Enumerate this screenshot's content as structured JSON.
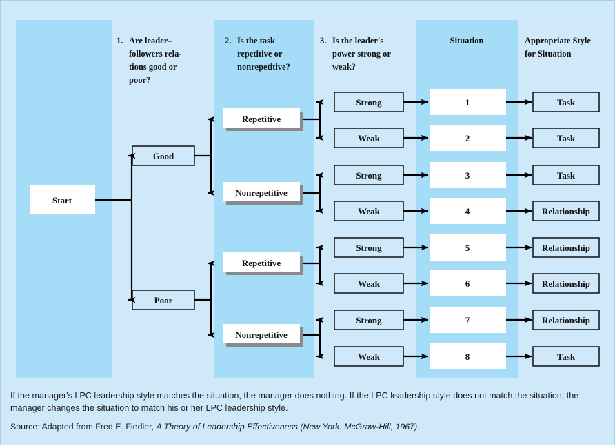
{
  "figure": {
    "background_outer": "#cfe9fb",
    "background_band": "#a5ddf9"
  },
  "columns": [
    {
      "id": "start",
      "header": ""
    },
    {
      "id": "relations",
      "header_number": "1.",
      "header": "Are leader– followers rela- tions good or poor?"
    },
    {
      "id": "task",
      "header_number": "2.",
      "header": "Is the task repetitive or nonrepetitive?"
    },
    {
      "id": "power",
      "header_number": "3.",
      "header": "Is the leader's power strong or weak?"
    },
    {
      "id": "situation",
      "header": "Situation"
    },
    {
      "id": "style",
      "header": "Appropriate Style for Situation"
    }
  ],
  "headers": {
    "col1_num": "1.",
    "col1_lines": [
      "Are leader–",
      "followers rela-",
      "tions good or",
      "poor?"
    ],
    "col2_num": "2.",
    "col2_lines": [
      "Is the task",
      "repetitive or",
      "nonrepetitive?"
    ],
    "col3_num": "3.",
    "col3_lines": [
      "Is the leader's",
      "power strong or",
      "weak?"
    ],
    "col4_lines": [
      "Situation"
    ],
    "col5_lines": [
      "Appropriate Style",
      "for Situation"
    ]
  },
  "nodes": {
    "start": "Start",
    "relations": [
      "Good",
      "Poor"
    ],
    "task": [
      "Repetitive",
      "Nonrepetitive",
      "Repetitive",
      "Nonrepetitive"
    ],
    "power": [
      "Strong",
      "Weak",
      "Strong",
      "Weak",
      "Strong",
      "Weak",
      "Strong",
      "Weak"
    ]
  },
  "chart_data": {
    "type": "diagram",
    "title": "Fiedler Contingency Leadership Model",
    "rows": [
      {
        "situation": "1",
        "relations": "Good",
        "task": "Repetitive",
        "power": "Strong",
        "style": "Task"
      },
      {
        "situation": "2",
        "relations": "Good",
        "task": "Repetitive",
        "power": "Weak",
        "style": "Task"
      },
      {
        "situation": "3",
        "relations": "Good",
        "task": "Nonrepetitive",
        "power": "Strong",
        "style": "Task"
      },
      {
        "situation": "4",
        "relations": "Good",
        "task": "Nonrepetitive",
        "power": "Weak",
        "style": "Relationship"
      },
      {
        "situation": "5",
        "relations": "Poor",
        "task": "Repetitive",
        "power": "Strong",
        "style": "Relationship"
      },
      {
        "situation": "6",
        "relations": "Poor",
        "task": "Repetitive",
        "power": "Weak",
        "style": "Relationship"
      },
      {
        "situation": "7",
        "relations": "Poor",
        "task": "Nonrepetitive",
        "power": "Strong",
        "style": "Relationship"
      },
      {
        "situation": "8",
        "relations": "Poor",
        "task": "Nonrepetitive",
        "power": "Weak",
        "style": "Task"
      }
    ],
    "situations": [
      "1",
      "2",
      "3",
      "4",
      "5",
      "6",
      "7",
      "8"
    ],
    "styles": [
      "Task",
      "Task",
      "Task",
      "Relationship",
      "Relationship",
      "Relationship",
      "Relationship",
      "Task"
    ]
  },
  "caption": {
    "note": "If the manager's LPC leadership style matches the situation, the manager does nothing. If the LPC leadership style does not match the situation, the manager changes the situation to match his or her LPC leadership style.",
    "source_prefix": "Source: Adapted from Fred E. Fiedler, ",
    "source_italic": "A Theory of Leadership Effectiveness (New York: McGraw-Hill, 1967)",
    "source_suffix": "."
  }
}
